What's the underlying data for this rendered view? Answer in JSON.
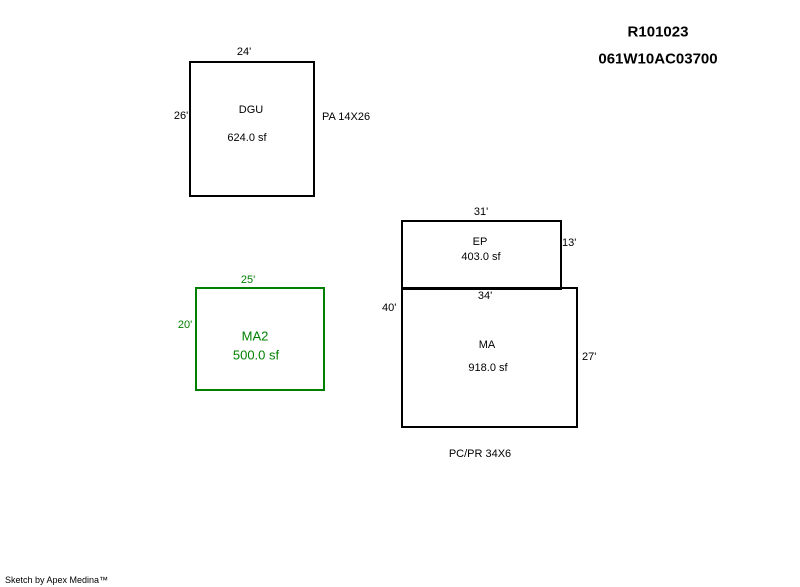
{
  "header": {
    "record_id": "R101023",
    "parcel_id": "061W10AC03700"
  },
  "areas": {
    "dgu": {
      "label": "DGU",
      "area": "624.0 sf",
      "top": "24'",
      "side": "26'",
      "note": "PA 14X26"
    },
    "ma2": {
      "label": "MA2",
      "area": "500.0 sf",
      "top": "25'",
      "side": "20'",
      "color": "#008000"
    },
    "ep": {
      "label": "EP",
      "area": "403.0 sf",
      "top": "31'",
      "side": "13'"
    },
    "ma": {
      "label": "MA",
      "area": "918.0 sf",
      "top": "34'",
      "left": "40'",
      "side": "27'",
      "note": "PC/PR 34X6"
    }
  },
  "footer": {
    "credit": "Sketch by Apex Medina™"
  }
}
